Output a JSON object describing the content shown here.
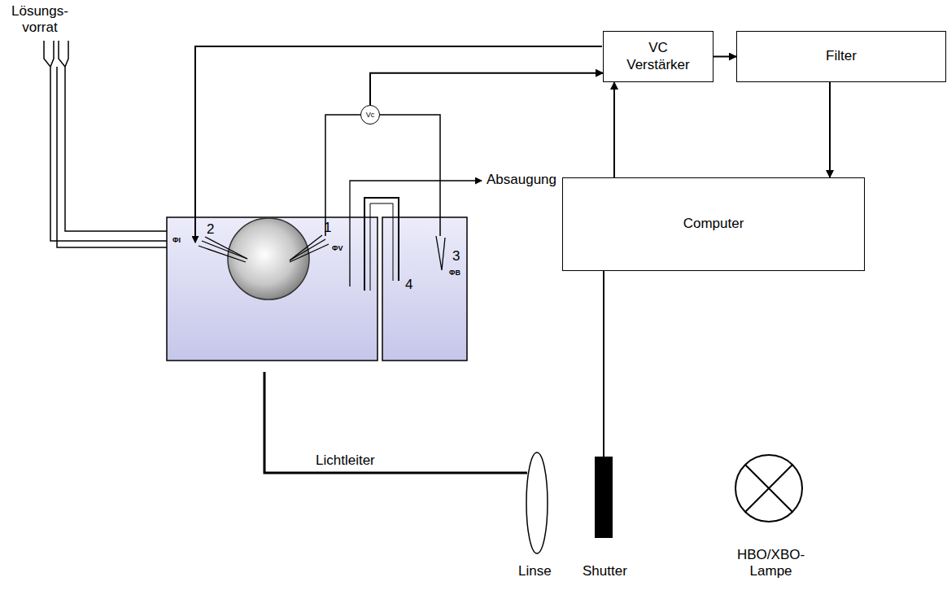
{
  "diagram": {
    "nodes": [
      {
        "text": [
          "VC Verstärker"
        ]
      },
      {
        "text": [
          "Filter"
        ]
      },
      {
        "text": [
          "Computer"
        ]
      },
      {
        "text": [
          "Vc"
        ]
      }
    ],
    "edges": [
      {
        "from": 3,
        "to": 0,
        "arrow": "to"
      },
      {
        "from": 0,
        "to": 1,
        "arrow": "to"
      },
      {
        "from": 1,
        "to": 2,
        "arrow": "to"
      },
      {
        "from": 2,
        "to": 0,
        "arrow": "to"
      }
    ],
    "labels": [
      "Lösungs- vorrat",
      "Absaugung",
      "1",
      "2",
      "3",
      "4",
      "ΦI",
      "ΦV",
      "ΦB",
      "Lichtleiter",
      "Linse",
      "Shutter",
      "HBO/XBO- Lampe"
    ]
  }
}
